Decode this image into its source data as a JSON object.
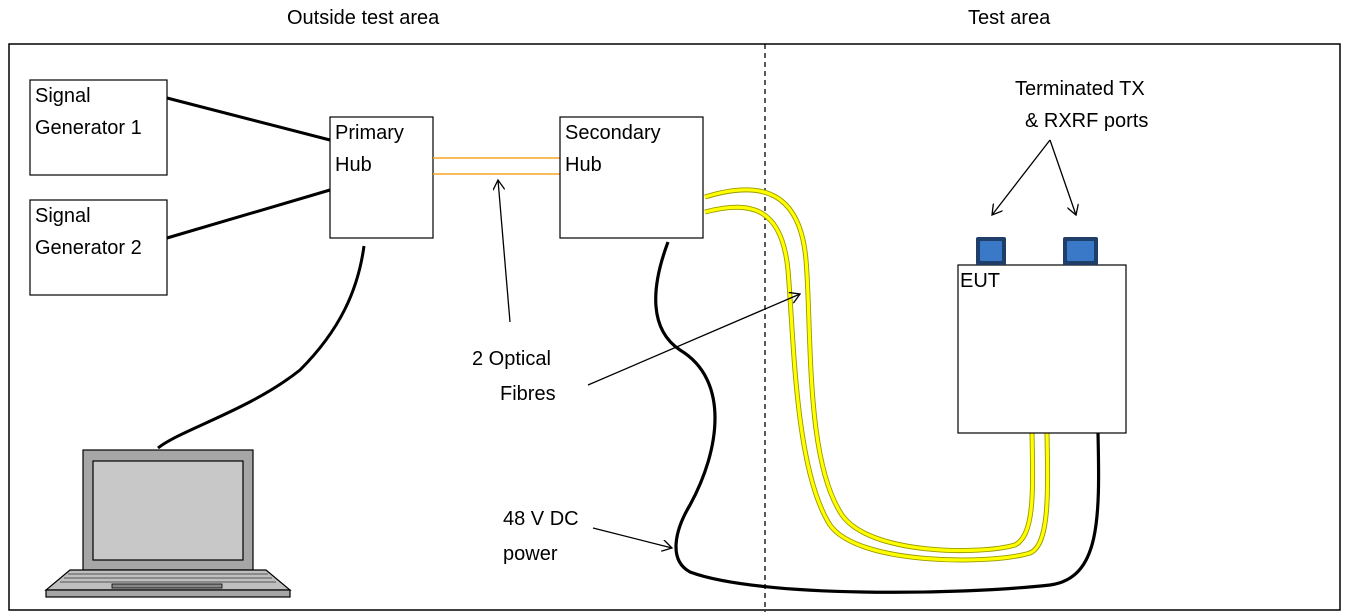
{
  "area_labels": {
    "outside": "Outside test area",
    "inside": "Test area"
  },
  "boxes": {
    "signal_generator_1": [
      "Signal",
      "Generator 1"
    ],
    "signal_generator_2": [
      "Signal",
      "Generator 2"
    ],
    "primary_hub": [
      "Primary",
      "Hub"
    ],
    "secondary_hub": [
      "Secondary",
      "Hub"
    ],
    "eut": "EUT"
  },
  "annotations": {
    "terminated_ports": [
      "Terminated TX",
      "& RXRF ports"
    ],
    "optical_fibres": [
      "2 Optical",
      "Fibres"
    ],
    "power": [
      "48 V DC",
      "power"
    ]
  },
  "colors": {
    "optical_fibre_link": "#f5a623",
    "optical_fibre_cable": "#ffff00",
    "port": "#3a78c8",
    "port_border": "#1f3f6a",
    "laptop_screen": "#c0c0c0",
    "laptop_body": "#a6a6a6"
  },
  "icons": {
    "computer": "laptop-icon",
    "ports": "rf-port-icon"
  }
}
